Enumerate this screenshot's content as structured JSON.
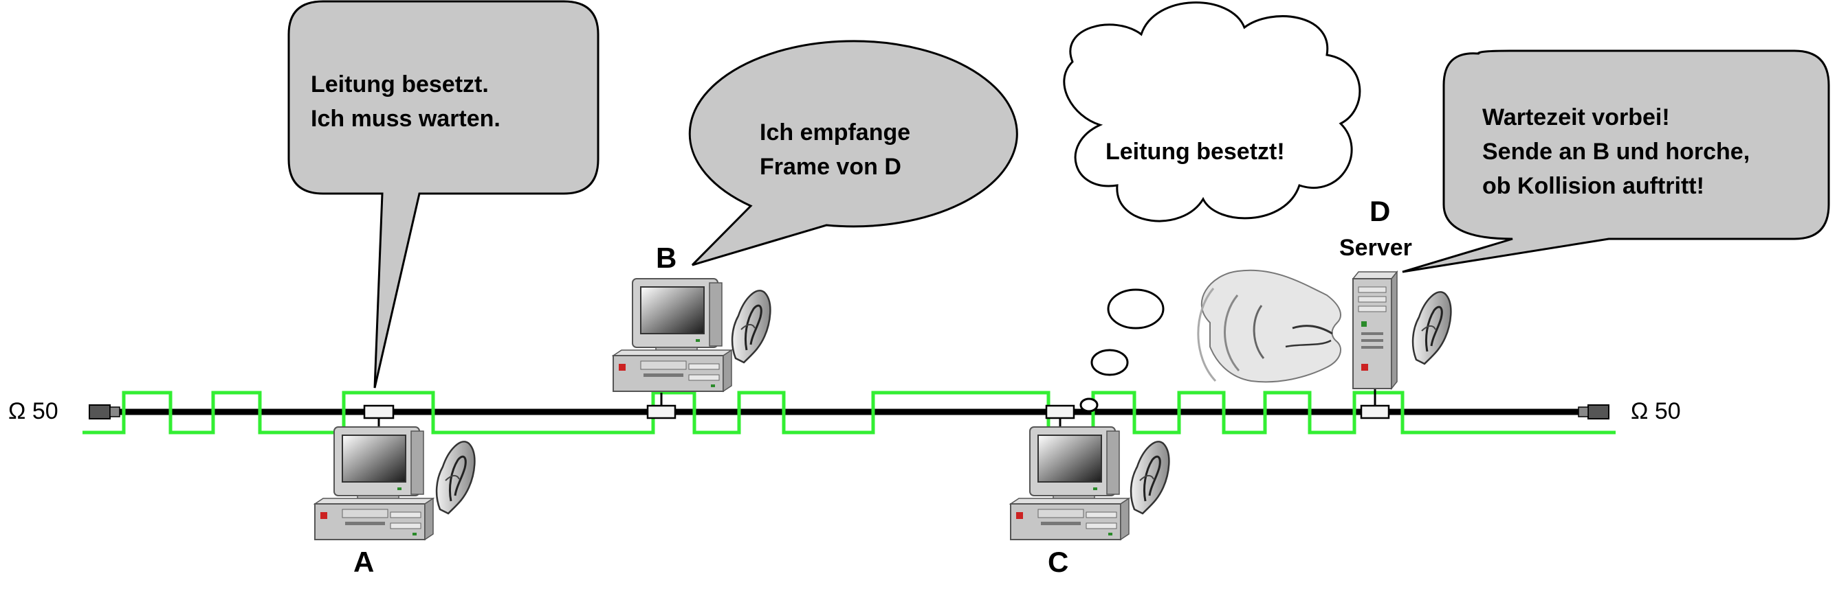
{
  "terminators": {
    "left_label": "Ω 50",
    "right_label": "Ω 50"
  },
  "nodes": {
    "a": {
      "label": "A"
    },
    "b": {
      "label": "B"
    },
    "c": {
      "label": "C"
    },
    "d": {
      "label": "D",
      "sublabel": "Server"
    }
  },
  "bubbles": {
    "a": {
      "line1": "Leitung  besetzt.",
      "line2": "Ich muss warten."
    },
    "b": {
      "line1": "Ich empfange",
      "line2": "Frame von D"
    },
    "c": {
      "line1": "Leitung besetzt!"
    },
    "d": {
      "line1": "Wartezeit vorbei!",
      "line2": "Sende an B und horche,",
      "line3": "ob Kollision auftritt!"
    }
  },
  "colors": {
    "signal": "#33ee33",
    "cable": "#000000",
    "bubble_fill": "#c8c8c8",
    "thought_fill": "#ffffff",
    "pc_case": "#c9c9c9"
  }
}
